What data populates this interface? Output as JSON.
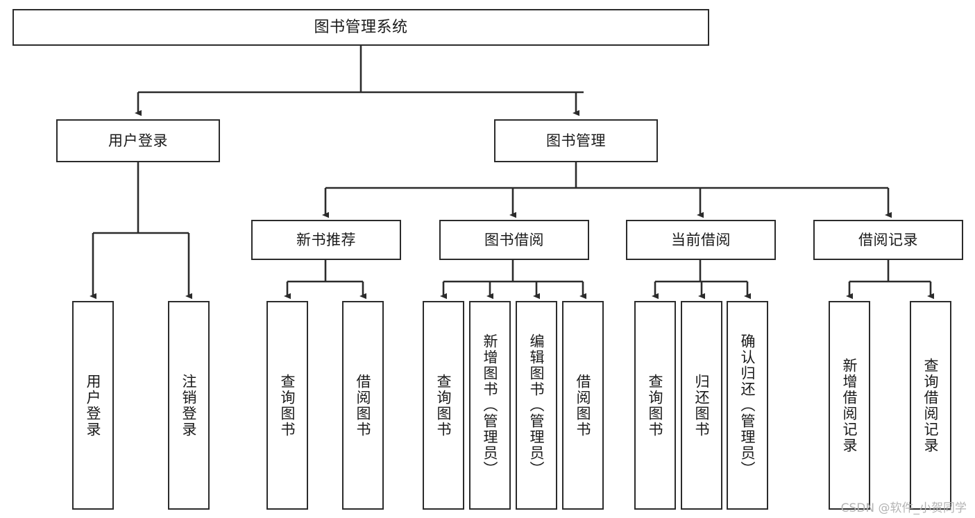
{
  "diagram": {
    "title": "图书管理系统",
    "watermark": "CSDN @软件_小贺同学",
    "stroke_color": "#2b2b2b",
    "fill_color": "#ffffff",
    "text_color": "#1a1a1a",
    "watermark_color": "#b4b4b4",
    "root": {
      "label": "图书管理系统"
    },
    "level2": [
      {
        "label": "用户登录"
      },
      {
        "label": "图书管理"
      }
    ],
    "level3": [
      {
        "label": "新书推荐"
      },
      {
        "label": "图书借阅"
      },
      {
        "label": "当前借阅"
      },
      {
        "label": "借阅记录"
      }
    ],
    "leaves": {
      "user_login": [
        {
          "label": "用户登录"
        },
        {
          "label": "注销登录"
        }
      ],
      "new_book_recommend": [
        {
          "label": "查询图书"
        },
        {
          "label": "借阅图书"
        }
      ],
      "book_borrow": [
        {
          "label": "查询图书"
        },
        {
          "label": "新增图书（管理员）"
        },
        {
          "label": "编辑图书（管理员）"
        },
        {
          "label": "借阅图书"
        }
      ],
      "current_borrow": [
        {
          "label": "查询图书"
        },
        {
          "label": "归还图书"
        },
        {
          "label": "确认归还（管理员）"
        }
      ],
      "borrow_records": [
        {
          "label": "新增借阅记录"
        },
        {
          "label": "查询借阅记录"
        }
      ]
    }
  }
}
